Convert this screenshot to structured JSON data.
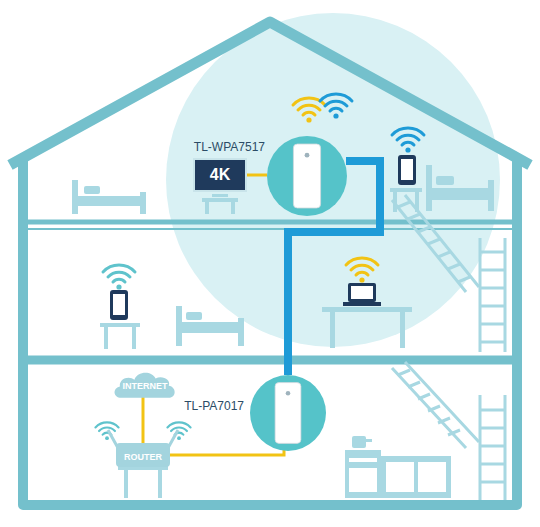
{
  "diagram": {
    "nodes": [
      {
        "text": [
          "TL-WPA7517"
        ]
      },
      {
        "text": [
          "4K"
        ]
      },
      {
        "text": [
          "INTERNET"
        ]
      },
      {
        "text": [
          "ROUTER"
        ]
      },
      {
        "text": [
          "TL-PA7017"
        ]
      }
    ],
    "edges": [
      {
        "from": 0,
        "to": 1,
        "arrow": "none"
      },
      {
        "from": 0,
        "to": 4,
        "arrow": "none"
      },
      {
        "from": 4,
        "to": 3,
        "arrow": "none"
      },
      {
        "from": 3,
        "to": 2,
        "arrow": "none"
      }
    ]
  }
}
